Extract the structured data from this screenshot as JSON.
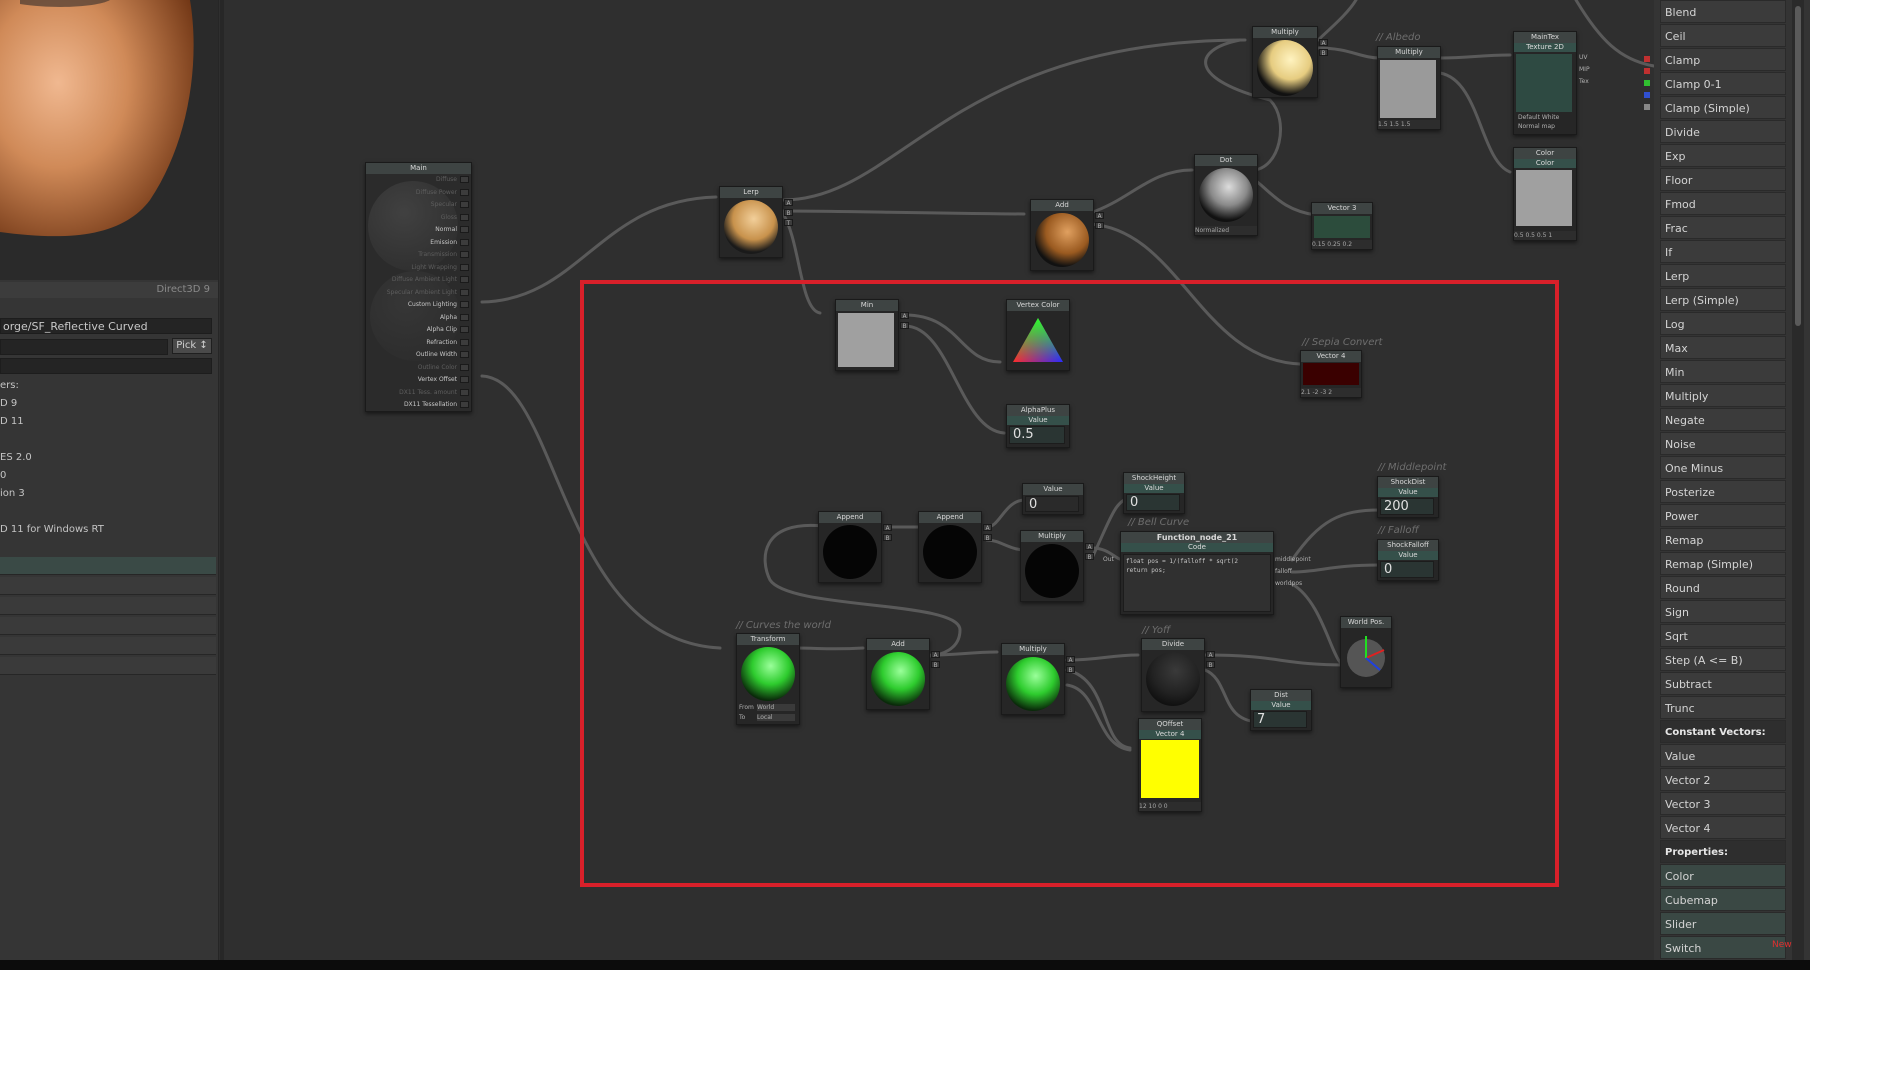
{
  "left_panel": {
    "api_label": "Direct3D 9",
    "shader_path": "orge/SF_Reflective Curved",
    "pick_button": "Pick ↕",
    "targets_label": "ers:",
    "targets": [
      "D 9",
      "D 11",
      "ES 2.0",
      "0",
      "ion 3",
      "D 11 for Windows RT"
    ]
  },
  "main_node": {
    "title": "Main",
    "inputs": [
      "Diffuse",
      "Diffuse Power",
      "Specular",
      "Gloss",
      "Normal",
      "Emission",
      "Transmission",
      "Light Wrapping",
      "Diffuse Ambient Light",
      "Specular Ambient Light",
      "Custom Lighting",
      "Alpha",
      "Alpha Clip",
      "Refraction",
      "Outline Width",
      "Outline Color",
      "Vertex Offset",
      "DX11 Tess. amount",
      "DX11 Tessellation"
    ]
  },
  "nodes": {
    "lerp": {
      "title": "Lerp",
      "ports": [
        "A",
        "B",
        "T"
      ]
    },
    "multiply_top": {
      "title": "Multiply",
      "ports": [
        "A",
        "B"
      ]
    },
    "add_top": {
      "title": "Add",
      "ports": [
        "A",
        "B"
      ]
    },
    "dot": {
      "title": "Dot",
      "footer": "Normalized"
    },
    "vector3": {
      "title": "Vector 3",
      "values": "0.15  0.25  0.2"
    },
    "albedo_comment": "// Albedo",
    "multiply_albedo": {
      "title": "Multiply",
      "footer": "1.5   1.5   1.5"
    },
    "maintex": {
      "title": "MainTex",
      "subtitle": "Texture 2D",
      "footer1": "Default   White",
      "footer2": "Normal map",
      "ports": [
        "UV",
        "MIP",
        "Tex"
      ]
    },
    "color": {
      "title": "Color",
      "subtitle": "Color",
      "footer": "0.5  0.5  0.5  1"
    },
    "min": {
      "title": "Min"
    },
    "vertex_color": {
      "title": "Vertex Color"
    },
    "alphaplus": {
      "title": "AlphaPlus",
      "subtitle": "Value",
      "value": "0.5"
    },
    "sepia_comment": "// Sepia Convert",
    "vector4_sepia": {
      "title": "Vector 4",
      "values": "2.1  -2  -3  2"
    },
    "value_zero": {
      "title": "Value",
      "value": "0"
    },
    "shockheight": {
      "title": "ShockHeight",
      "subtitle": "Value",
      "value": "0"
    },
    "append1": {
      "title": "Append"
    },
    "append2": {
      "title": "Append"
    },
    "multiply_mid": {
      "title": "Multiply"
    },
    "bellcurve_comment": "// Bell Curve",
    "function_node": {
      "title": "Function_node_21",
      "subtitle": "Code",
      "code1": "float pos = 1/(falloff * sqrt(2",
      "code2": "return pos;",
      "inputs": [
        "middlepoint",
        "falloff",
        "worldpos"
      ],
      "out": "Out"
    },
    "midpoint_comment": "// Middlepoint",
    "shockdist": {
      "title": "ShockDist",
      "subtitle": "Value",
      "value": "200"
    },
    "falloff_comment": "// Falloff",
    "shockfalloff": {
      "title": "ShockFalloff",
      "subtitle": "Value",
      "value": "0"
    },
    "curves_comment": "// Curves the world",
    "transform": {
      "title": "Transform",
      "from_label": "From",
      "from": "World",
      "to_label": "To",
      "to": "Local"
    },
    "add_green": {
      "title": "Add"
    },
    "multiply_green": {
      "title": "Multiply"
    },
    "yoff_comment": "// Yoff",
    "divide": {
      "title": "Divide"
    },
    "worldpos": {
      "title": "World Pos."
    },
    "dist": {
      "title": "Dist",
      "subtitle": "Value",
      "value": "7"
    },
    "qoffset": {
      "title": "QOffset",
      "subtitle": "Vector 4",
      "values": "12  10  0   0"
    }
  },
  "right_panel": {
    "items": [
      "Blend",
      "Ceil",
      "Clamp",
      "Clamp 0-1",
      "Clamp (Simple)",
      "Divide",
      "Exp",
      "Floor",
      "Fmod",
      "Frac",
      "If",
      "Lerp",
      "Lerp (Simple)",
      "Log",
      "Max",
      "Min",
      "Multiply",
      "Negate",
      "Noise",
      "One Minus",
      "Posterize",
      "Power",
      "Remap",
      "Remap (Simple)",
      "Round",
      "Sign",
      "Sqrt",
      "Step (A <= B)",
      "Subtract",
      "Trunc"
    ],
    "header_constants": "Constant Vectors:",
    "constants": [
      "Value",
      "Vector 2",
      "Vector 3",
      "Vector 4"
    ],
    "header_properties": "Properties:",
    "properties": [
      "Color",
      "Cubemap",
      "Slider",
      "Switch"
    ],
    "new_badge": "New"
  },
  "colors": {
    "highlight": "#d8202a",
    "canvas": "#2f2f2f",
    "green_sphere": "#2ecc2e",
    "qoffset_yellow": "#ffff00",
    "sepia_dark_red": "#3a0000"
  }
}
